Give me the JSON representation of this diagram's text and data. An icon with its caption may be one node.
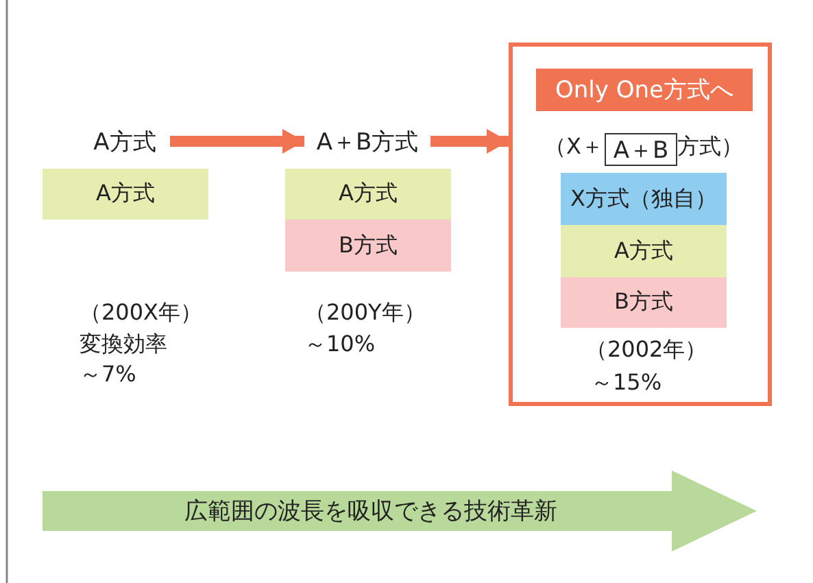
{
  "diagram": {
    "nodes": [
      {
        "text": [
          "A方式"
        ]
      },
      {
        "text": [
          "A方式"
        ]
      },
      {
        "text": [
          "A＋B方式"
        ]
      },
      {
        "text": [
          "A方式"
        ]
      },
      {
        "text": [
          "B方式"
        ]
      },
      {
        "text": [],
        "shape": "box"
      },
      {
        "text": [
          "Only One方式へ"
        ],
        "in": 5
      },
      {
        "text": [
          "A＋B"
        ],
        "in": 5
      },
      {
        "text": [
          "X方式（独自）"
        ],
        "in": 5
      },
      {
        "text": [
          "A方式"
        ],
        "in": 5
      },
      {
        "text": [
          "B方式"
        ],
        "in": 5
      },
      {
        "text": [
          "広範囲の波長を吸収できる技術革新"
        ]
      }
    ],
    "edges": [
      {
        "from": 0,
        "to": 2,
        "arrow": "to"
      },
      {
        "from": 2,
        "to": 5,
        "arrow": "to"
      }
    ],
    "labels": [
      "（X＋",
      "方式）",
      "（200X年）",
      "変換効率",
      "～7%",
      "（200Y年）",
      "～10%",
      "（2002年）",
      "～15%"
    ]
  }
}
